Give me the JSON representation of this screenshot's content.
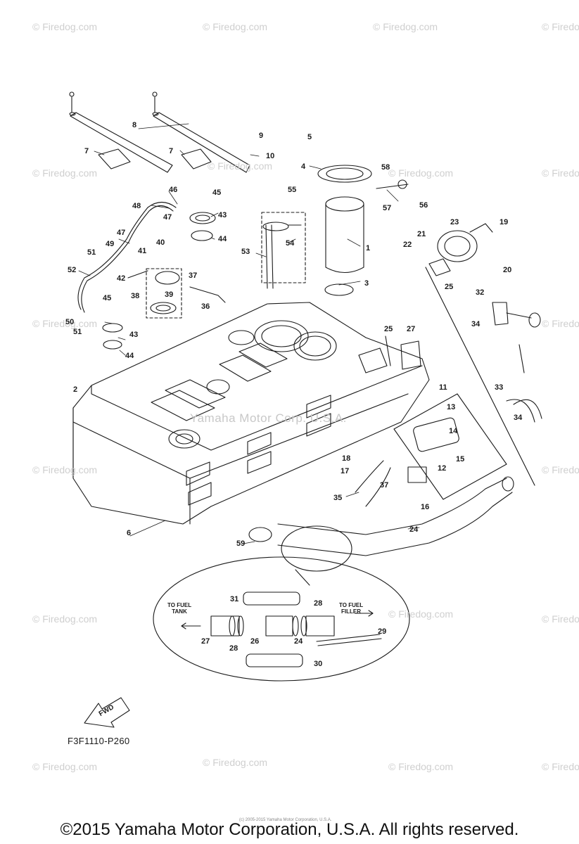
{
  "watermark": "© Firedog.com",
  "center_watermark": "Yamaha Motor Corp. U.S.A.",
  "diagram_code": "F3F1110-P260",
  "fwd_label": "FWD",
  "to_fuel_tank": [
    "TO FUEL",
    "TANK"
  ],
  "to_fuel_filler": [
    "TO FUEL",
    "FILLER"
  ],
  "tiny_copyright": "(c) 2005-2015 Yamaha Motor Corporation, U.S.A.",
  "footer": "©2015 Yamaha Motor Corporation, U.S.A. All rights reserved.",
  "part_labels": [
    "1",
    "2",
    "3",
    "4",
    "5",
    "6",
    "7",
    "8",
    "9",
    "10",
    "11",
    "12",
    "13",
    "14",
    "15",
    "16",
    "17",
    "18",
    "19",
    "20",
    "21",
    "22",
    "23",
    "24",
    "25",
    "26",
    "27",
    "28",
    "29",
    "30",
    "31",
    "32",
    "33",
    "34",
    "35",
    "36",
    "37",
    "38",
    "39",
    "40",
    "41",
    "42",
    "43",
    "44",
    "45",
    "46",
    "47",
    "48",
    "49",
    "50",
    "51",
    "52",
    "53",
    "54",
    "55",
    "56",
    "57",
    "58",
    "59"
  ],
  "colors": {
    "line": "#1a1a1a",
    "watermark": "#cfcfcf"
  }
}
